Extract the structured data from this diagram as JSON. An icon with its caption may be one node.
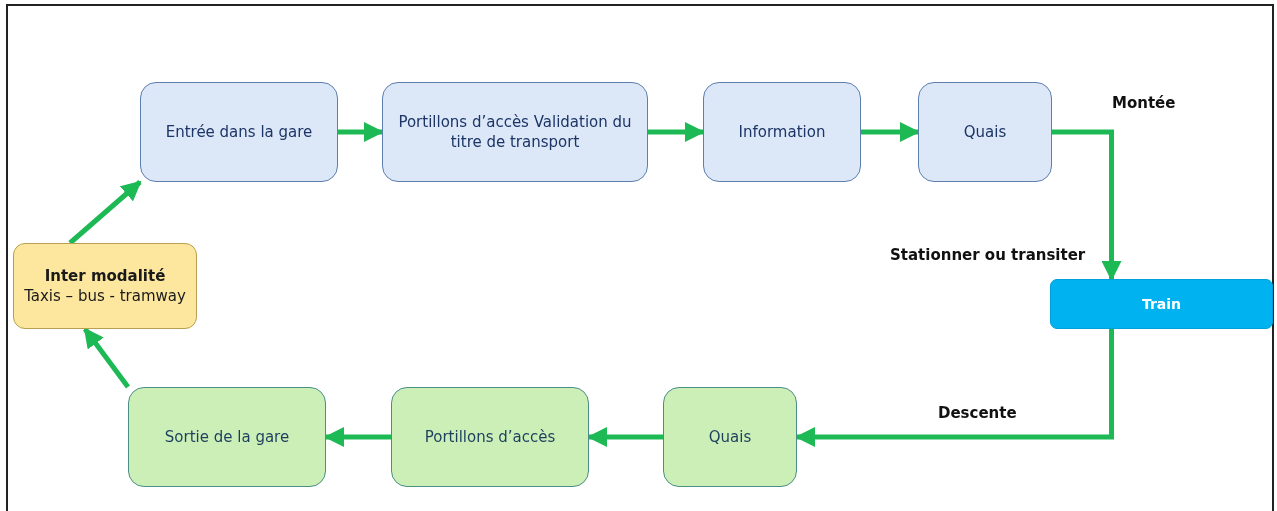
{
  "diagram": {
    "nodes": [
      {
        "text": [
          "Entrée dans la gare"
        ]
      },
      {
        "text": [
          "Portillons d’accès Validation du titre de transport"
        ]
      },
      {
        "text": [
          "Information"
        ]
      },
      {
        "text": [
          "Quais"
        ]
      },
      {
        "text": [
          "Train"
        ],
        "beside": [
          "Stationner ou transiter"
        ]
      },
      {
        "text": [
          "Quais"
        ]
      },
      {
        "text": [
          "Portillons d’accès"
        ]
      },
      {
        "text": [
          "Sortie de la gare"
        ]
      },
      {
        "text": [
          "Inter modalité",
          "Taxis – bus - tramway"
        ]
      }
    ],
    "edges": [
      {
        "from": 0,
        "to": 1,
        "arrow": "to"
      },
      {
        "from": 1,
        "to": 2,
        "arrow": "to"
      },
      {
        "from": 2,
        "to": 3,
        "arrow": "to"
      },
      {
        "from": 3,
        "to": 4,
        "arrow": "to",
        "label": "Montée"
      },
      {
        "from": 4,
        "to": 5,
        "arrow": "to",
        "label": "Descente"
      },
      {
        "from": 5,
        "to": 6,
        "arrow": "to"
      },
      {
        "from": 6,
        "to": 7,
        "arrow": "to"
      },
      {
        "from": 7,
        "to": 8,
        "arrow": "to"
      },
      {
        "from": 8,
        "to": 0,
        "arrow": "to"
      }
    ]
  }
}
